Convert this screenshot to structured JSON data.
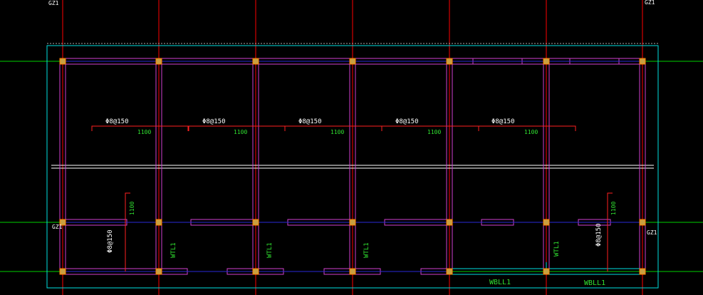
{
  "drawing": {
    "background": "#000000",
    "colors": {
      "axis": "#ff0000",
      "grid_h": "#00d000",
      "outline": "#00e0e0",
      "beam": "#d040d0",
      "beam_blue": "#2020d0",
      "column_fill": "#c8a040",
      "column_stroke": "#ff8000",
      "white": "#ffffff",
      "text_white": "#ffffff",
      "text_green": "#30e030",
      "dim_red": "#ff2020"
    },
    "column_labels": [
      "GZ1",
      "GZ1",
      "GZ1",
      "GZ1"
    ],
    "slab_rebar_top": [
      "Φ8@150",
      "Φ8@150",
      "Φ8@150",
      "Φ8@150",
      "Φ8@150"
    ],
    "rebar_length_top": [
      "1100",
      "1100",
      "1100",
      "1100",
      "1100"
    ],
    "slab_rebar_side": [
      "Φ8@150",
      "Φ8@150"
    ],
    "rebar_length_side": [
      "1100",
      "1100"
    ],
    "beam_labels_vertical": [
      "WTL1",
      "WTL1",
      "WTL1",
      "WTL1"
    ],
    "beam_labels_horizontal": [
      "WBLL1",
      "WBLL1"
    ]
  }
}
